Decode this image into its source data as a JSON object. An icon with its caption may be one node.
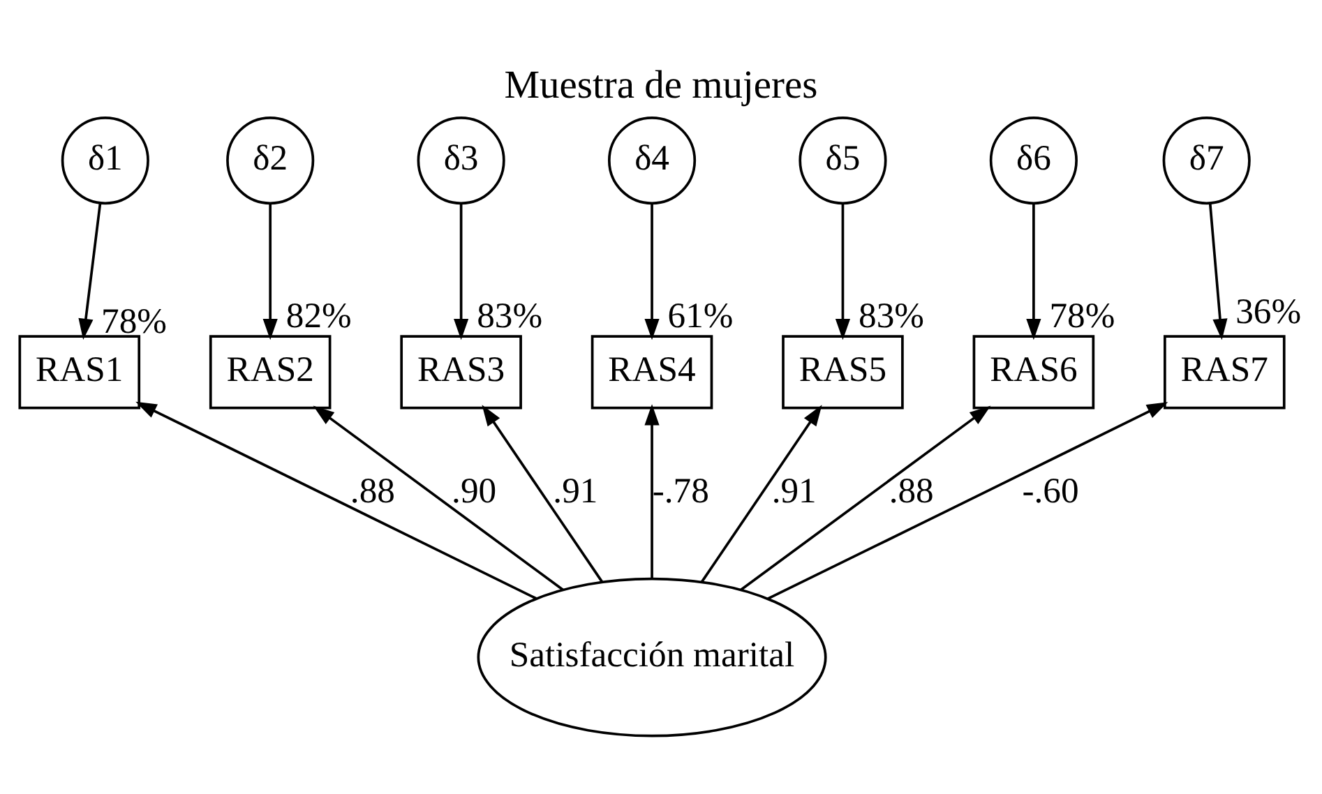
{
  "diagram": {
    "title": "Muestra de mujeres",
    "nodes": [
      {
        "text": [
          "δ1"
        ]
      },
      {
        "text": [
          "δ2"
        ]
      },
      {
        "text": [
          "δ3"
        ]
      },
      {
        "text": [
          "δ4"
        ]
      },
      {
        "text": [
          "δ5"
        ]
      },
      {
        "text": [
          "δ6"
        ]
      },
      {
        "text": [
          "δ7"
        ]
      },
      {
        "text": [
          "RAS1"
        ]
      },
      {
        "text": [
          "RAS2"
        ]
      },
      {
        "text": [
          "RAS3"
        ]
      },
      {
        "text": [
          "RAS4"
        ]
      },
      {
        "text": [
          "RAS5"
        ]
      },
      {
        "text": [
          "RAS6"
        ]
      },
      {
        "text": [
          "RAS7"
        ]
      },
      {
        "text": [
          "Satisfacción marital"
        ]
      }
    ],
    "edges": [
      {
        "from": 0,
        "to": 7,
        "arrow": "to",
        "label": "78%"
      },
      {
        "from": 1,
        "to": 8,
        "arrow": "to",
        "label": "82%"
      },
      {
        "from": 2,
        "to": 9,
        "arrow": "to",
        "label": "83%"
      },
      {
        "from": 3,
        "to": 10,
        "arrow": "to",
        "label": "61%"
      },
      {
        "from": 4,
        "to": 11,
        "arrow": "to",
        "label": "83%"
      },
      {
        "from": 5,
        "to": 12,
        "arrow": "to",
        "label": "78%"
      },
      {
        "from": 6,
        "to": 13,
        "arrow": "to",
        "label": "36%"
      },
      {
        "from": 14,
        "to": 7,
        "arrow": "to",
        "label": ".88"
      },
      {
        "from": 14,
        "to": 8,
        "arrow": "to",
        "label": ".90"
      },
      {
        "from": 14,
        "to": 9,
        "arrow": "to",
        "label": ".91"
      },
      {
        "from": 14,
        "to": 10,
        "arrow": "to",
        "label": "-.78"
      },
      {
        "from": 14,
        "to": 11,
        "arrow": "to",
        "label": ".91"
      },
      {
        "from": 14,
        "to": 12,
        "arrow": "to",
        "label": ".88"
      },
      {
        "from": 14,
        "to": 13,
        "arrow": "to",
        "label": "-.60"
      }
    ]
  }
}
